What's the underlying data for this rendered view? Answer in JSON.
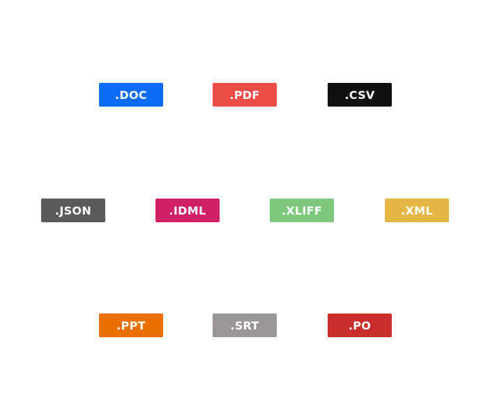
{
  "badges": [
    {
      "id": "b-doc",
      "label": ".DOC",
      "color": "#0A6CF5"
    },
    {
      "id": "b-pdf",
      "label": ".PDF",
      "color": "#EE4D47"
    },
    {
      "id": "b-csv",
      "label": ".CSV",
      "color": "#111111"
    },
    {
      "id": "b-json",
      "label": ".JSON",
      "color": "#5A5A5A"
    },
    {
      "id": "b-idml",
      "label": ".IDML",
      "color": "#D22068"
    },
    {
      "id": "b-xliff",
      "label": ".XLIFF",
      "color": "#7DC87B"
    },
    {
      "id": "b-xml",
      "label": ".XML",
      "color": "#E4B646"
    },
    {
      "id": "b-ppt",
      "label": ".PPT",
      "color": "#EB7000"
    },
    {
      "id": "b-srt",
      "label": ".SRT",
      "color": "#9A9695"
    },
    {
      "id": "b-po",
      "label": ".PO",
      "color": "#C92E2B"
    }
  ]
}
